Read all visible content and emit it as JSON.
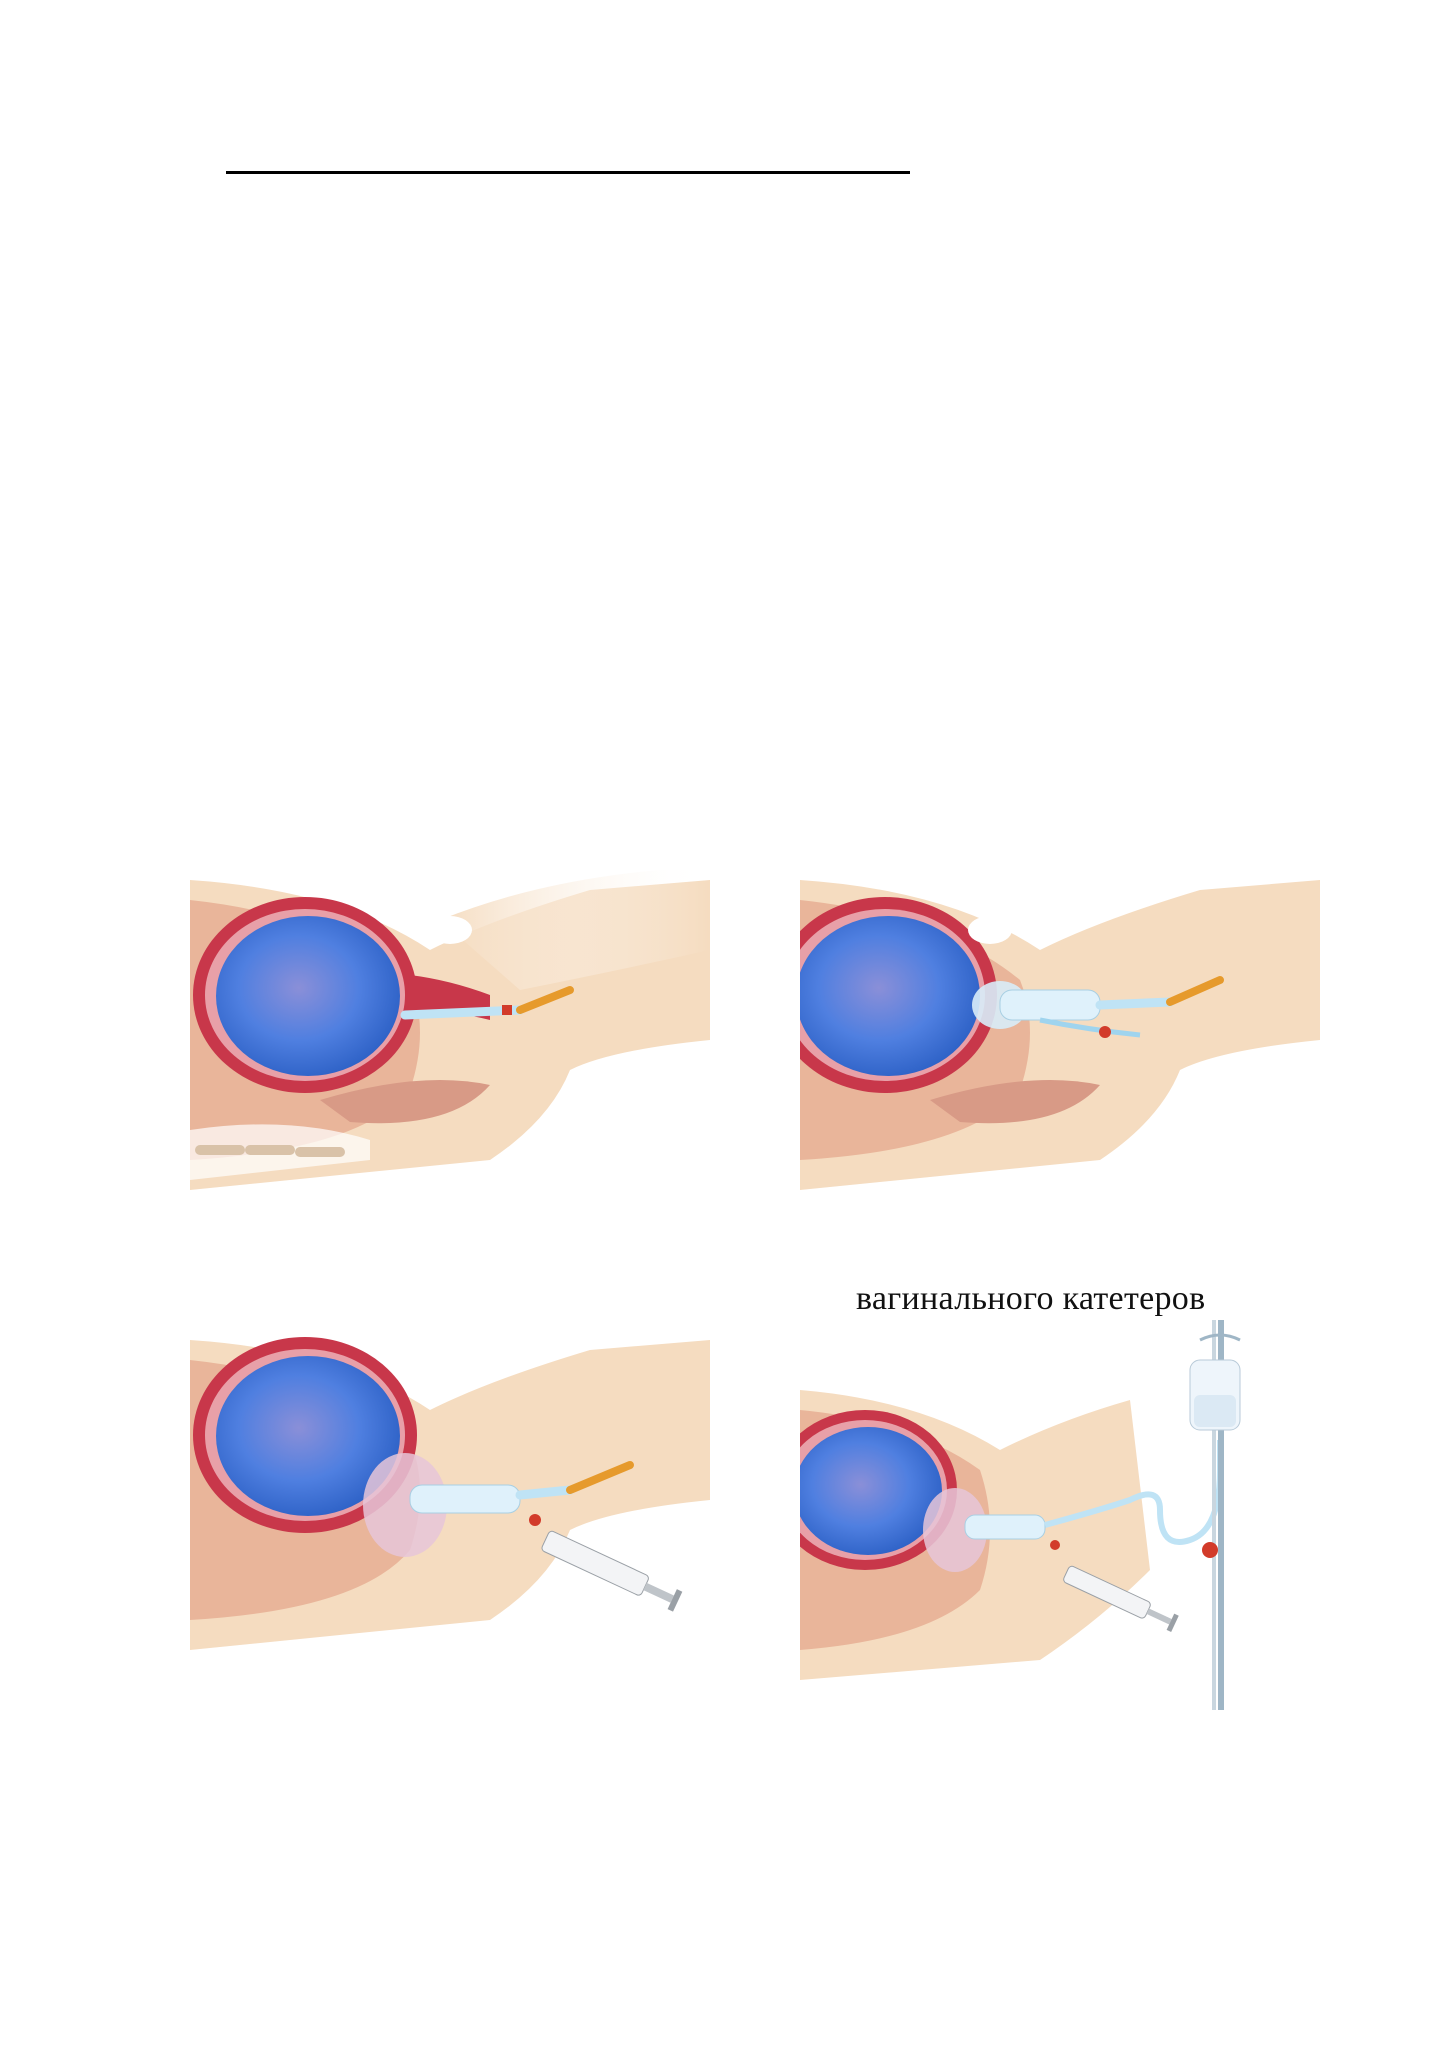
{
  "caption": "вагинального катетеров",
  "figures": [
    {
      "id": "panel-1",
      "step": "catheter"
    },
    {
      "id": "panel-2",
      "step": "balloon-inserted"
    },
    {
      "id": "panel-3",
      "step": "syringe-inflation"
    },
    {
      "id": "panel-4",
      "step": "irrigation-drip"
    }
  ],
  "colors": {
    "skin": "#f5dcc0",
    "tissue": "#e9b59a",
    "uterus_wall": "#c8374a",
    "amnion": "#3b73d6",
    "catheter": "#e69a2c",
    "tube": "#bfe3f5"
  }
}
